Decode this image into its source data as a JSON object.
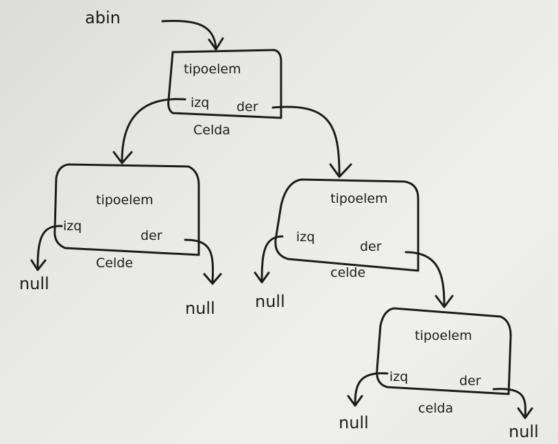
{
  "root_pointer": "abin",
  "nodes": [
    {
      "id": "root",
      "field": "tipoelem",
      "left": "izq",
      "right": "der",
      "type": "Celda"
    },
    {
      "id": "left",
      "field": "tipoelem",
      "left": "izq",
      "right": "der",
      "type": "Celde"
    },
    {
      "id": "right",
      "field": "tipoelem",
      "left": "izq",
      "right": "der",
      "type": "celde"
    },
    {
      "id": "right-right",
      "field": "tipoelem",
      "left": "izq",
      "right": "der",
      "type": "celda"
    }
  ],
  "nulls": [
    "null",
    "null",
    "null",
    "null",
    "null"
  ]
}
